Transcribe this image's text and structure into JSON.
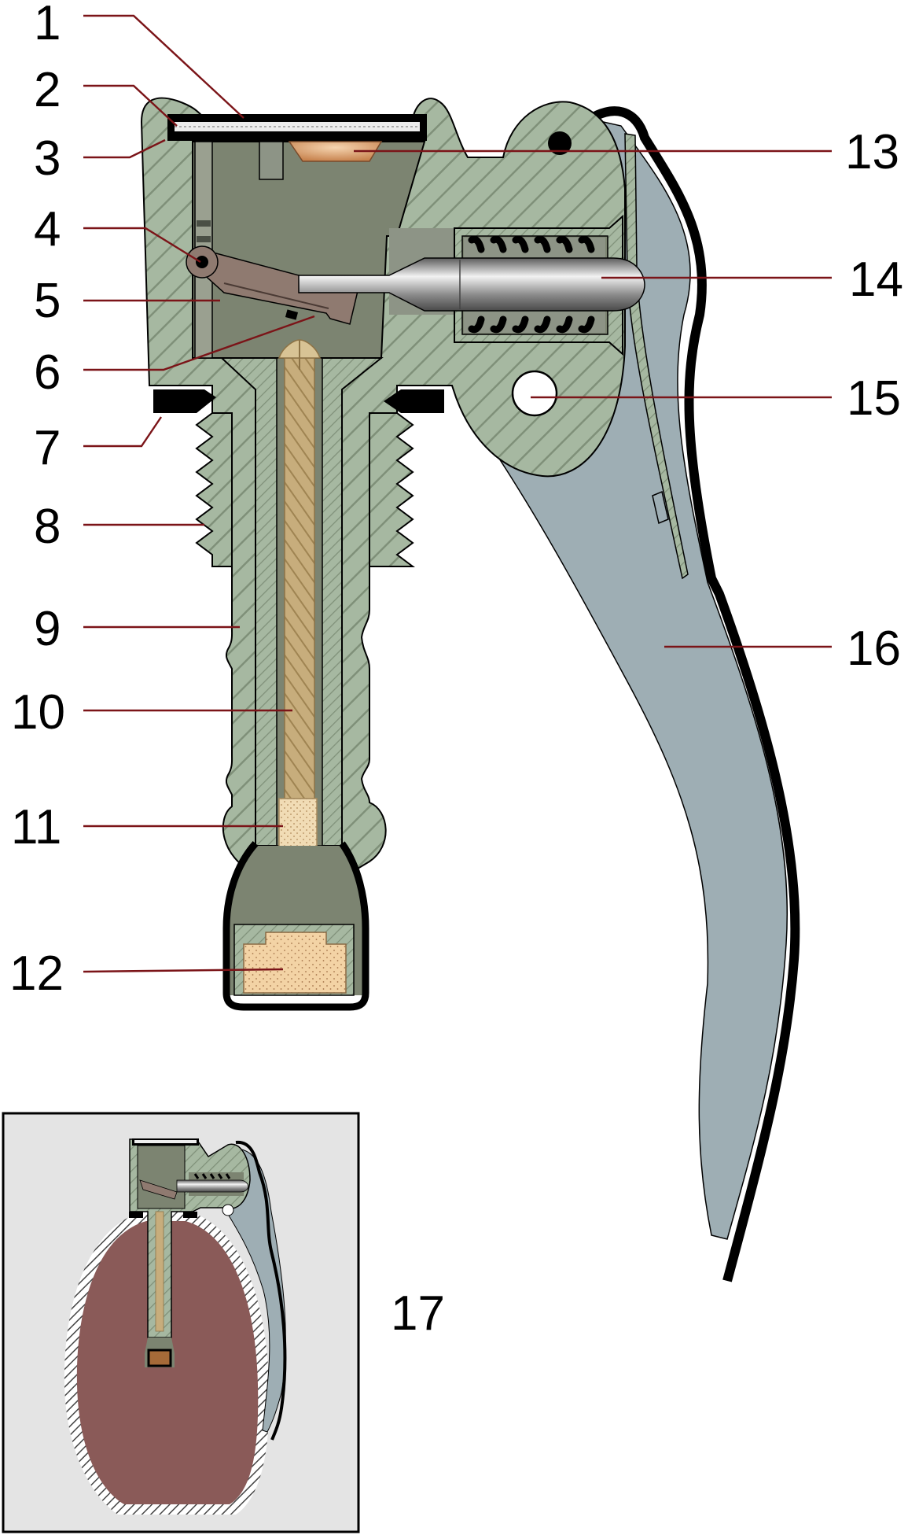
{
  "labels": [
    "1",
    "2",
    "3",
    "4",
    "5",
    "6",
    "7",
    "8",
    "9",
    "10",
    "11",
    "12",
    "13",
    "14",
    "15",
    "16",
    "17"
  ],
  "colors": {
    "body": "#a6b8a1",
    "hatch": "#7f9079",
    "cavity": "#7c8471",
    "lever": "#9eaeb4",
    "striker": "#9a9a9a",
    "sear": "#8f7a70",
    "primer": "#d39a6a",
    "fuse_cord": "#c7ad7c",
    "charge": "#f3d3a5",
    "grenade_body": "#8a5a58",
    "leader": "#7b1418",
    "inset_bg": "#e4e4e4"
  },
  "icons": [
    "striker-spring-icon",
    "pivot-pin-icon"
  ]
}
